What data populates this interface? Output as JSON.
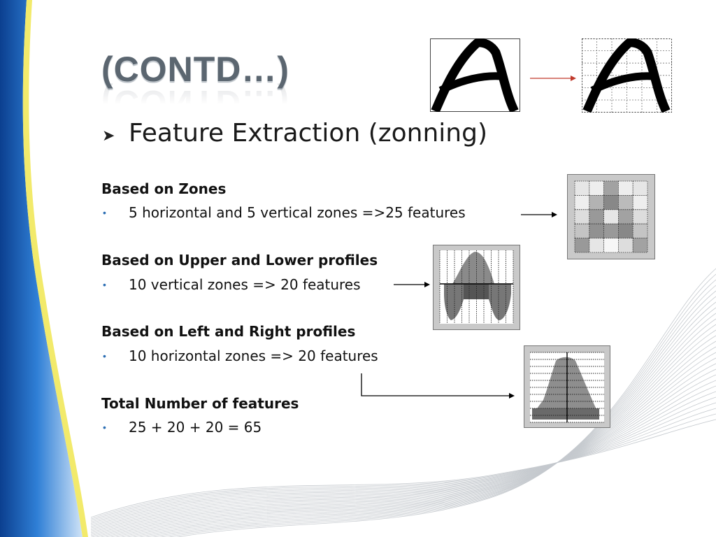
{
  "slide": {
    "title": "(CONTD…)",
    "main_point": "Feature Extraction (zonning)",
    "sections": [
      {
        "heading": "Based on Zones",
        "bullet": "5 horizontal and 5 vertical zones =>25 features"
      },
      {
        "heading": "Based on Upper and Lower profiles",
        "bullet": "10 vertical zones => 20 features"
      },
      {
        "heading": "Based on Left and Right profiles",
        "bullet": "10 horizontal zones => 20 features"
      },
      {
        "heading": "Total Number of features",
        "bullet": "25 + 20 + 20 = 65"
      }
    ],
    "figure_letter": "A"
  },
  "colors": {
    "title_gray": "#5b6670",
    "bullet_blue": "#2a6db3",
    "arrow_red": "#c0392b",
    "left_band_blue": "#2f7fd6",
    "left_band_yellow": "#f2ea6b"
  },
  "zone_grid_levels": [
    [
      0.15,
      0.1,
      0.55,
      0.1,
      0.15
    ],
    [
      0.1,
      0.45,
      0.7,
      0.4,
      0.1
    ],
    [
      0.2,
      0.6,
      0.15,
      0.55,
      0.2
    ],
    [
      0.35,
      0.65,
      0.6,
      0.7,
      0.35
    ],
    [
      0.6,
      0.15,
      0.05,
      0.2,
      0.55
    ]
  ]
}
